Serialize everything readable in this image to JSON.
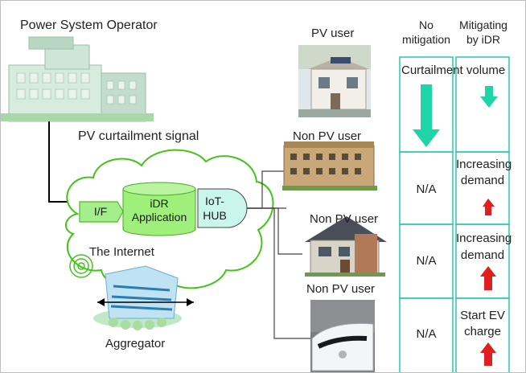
{
  "labels": {
    "operator": "Power System Operator",
    "signal": "PV curtailment signal",
    "internet": "The Internet",
    "aggregator": "Aggregator",
    "pv_user": "PV user",
    "non_pv_user_1": "Non PV user",
    "non_pv_user_2": "Non PV user",
    "non_pv_user_3": "Non PV user",
    "if_box": "I/F",
    "idr_line1": "iDR",
    "idr_line2": "Application",
    "hub_line1": "IoT-",
    "hub_line2": "HUB"
  },
  "columns": {
    "no_mitigation_line1": "No",
    "no_mitigation_line2": "mitigation",
    "mitigating_line1": "Mitigating",
    "mitigating_line2": "by iDR"
  },
  "rows": {
    "curtailment_volume": "Curtailment volume",
    "na_1": "N/A",
    "na_2": "N/A",
    "na_3": "N/A",
    "increasing_line1_a": "Increasing",
    "increasing_line2_a": "demand",
    "increasing_line1_b": "Increasing",
    "increasing_line2_b": "demand",
    "start_ev_line1": "Start EV",
    "start_ev_line2": "charge"
  },
  "colors": {
    "teal": "#2bc8a0",
    "green_arrow": "#1fd4a6",
    "red_arrow": "#e02020",
    "idr_cylinder": "#9ef07a",
    "cloud_stroke": "#45c21c",
    "hub_fill": "#c9f6ec"
  },
  "icons": [
    "building-icon",
    "cloud-icon",
    "house-icon",
    "car-icon",
    "aggregator-building-icon"
  ]
}
